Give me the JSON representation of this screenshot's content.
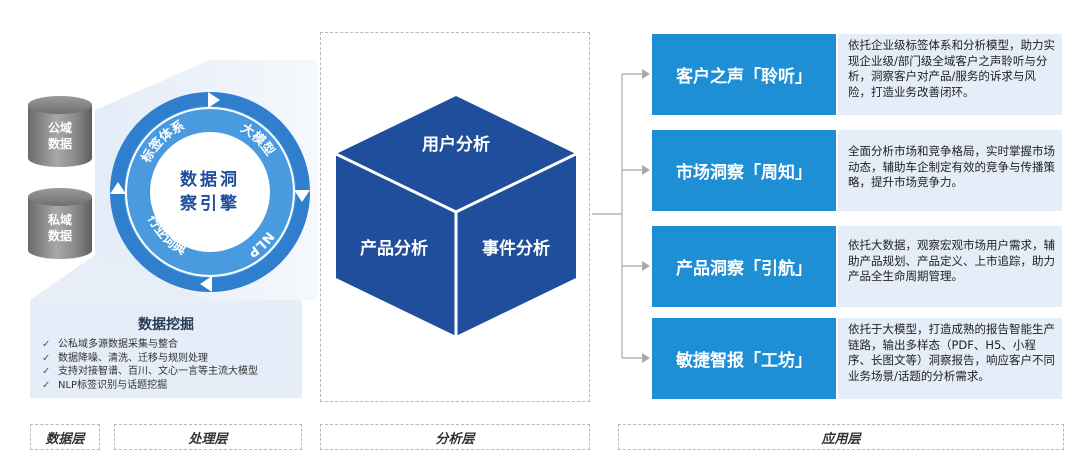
{
  "data_layer": {
    "sources": [
      {
        "line1": "公域",
        "line2": "数据"
      },
      {
        "line1": "私域",
        "line2": "数据"
      }
    ]
  },
  "processing_layer": {
    "engine_line1": "数据洞",
    "engine_line2": "察引擎",
    "ring_segments": [
      "标签体系",
      "大模型",
      "NLP",
      "行业词典"
    ],
    "mining": {
      "title": "数据挖掘",
      "items": [
        "公私域多源数据采集与整合",
        "数据降噪、清洗、迁移与规则处理",
        "支持对接智谱、百川、文心一言等主流大模型",
        "NLP标签识别与话题挖掘"
      ]
    }
  },
  "analysis_layer": {
    "top": "用户分析",
    "left": "产品分析",
    "right": "事件分析"
  },
  "application_layer": [
    {
      "title": "客户之声「聆听」",
      "desc": "依托企业级标签体系和分析模型，助力实现企业级/部门级全域客户之声聆听与分析，洞察客户对产品/服务的诉求与风险，打造业务改善闭环。"
    },
    {
      "title": "市场洞察「周知」",
      "desc": "全面分析市场和竞争格局，实时掌握市场动态，辅助车企制定有效的竞争与传播策略，提升市场竞争力。"
    },
    {
      "title": "产品洞察「引航」",
      "desc": "依托大数据，观察宏观市场用户需求，辅助产品规划、产品定义、上市追踪，助力产品全生命周期管理。"
    },
    {
      "title": "敏捷智报「工坊」",
      "desc": "依托于大模型，打造成熟的报告智能生产链路，输出多样态（PDF、H5、小程序、长图文等）洞察报告，响应客户不同业务场景/话题的分析需求。"
    }
  ],
  "layers": [
    "数据层",
    "处理层",
    "分析层",
    "应用层"
  ],
  "colors": {
    "primary": "#1f4f9c",
    "accent": "#1f8fd5",
    "panel": "#e4edf8"
  },
  "icons": [
    "check-icon",
    "arrow-right-icon"
  ]
}
